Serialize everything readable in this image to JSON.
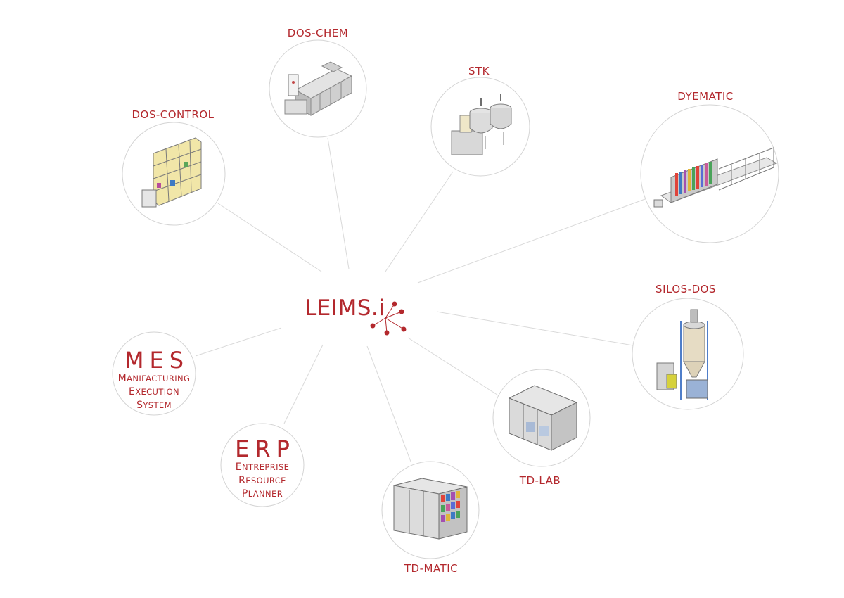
{
  "hub": {
    "title": "LEIMS.i",
    "accent": "#b3282d"
  },
  "machines": [
    {
      "id": "dos-chem",
      "label": "DOS-CHEM",
      "icon": "dos-chem-machine-illustration"
    },
    {
      "id": "stk",
      "label": "STK",
      "icon": "stk-mixing-tanks-illustration"
    },
    {
      "id": "dos-control",
      "label": "DOS-CONTROL",
      "icon": "dos-control-rack-illustration"
    },
    {
      "id": "dyematic",
      "label": "DYEMATIC",
      "icon": "dyematic-line-illustration"
    },
    {
      "id": "silos-dos",
      "label": "SILOS-DOS",
      "icon": "silos-dos-illustration"
    },
    {
      "id": "td-lab",
      "label": "TD-LAB",
      "icon": "td-lab-cabinet-illustration"
    },
    {
      "id": "td-matic",
      "label": "TD-MATIC",
      "icon": "td-matic-cabinet-illustration"
    }
  ],
  "systems": {
    "mes": {
      "acronym": "MES",
      "lines": [
        "Manifacturing",
        "execution",
        "system"
      ]
    },
    "erp": {
      "acronym": "ERP",
      "lines": [
        "Entreprise",
        "resource",
        "planner"
      ]
    }
  },
  "colors": {
    "accent": "#b3282d",
    "connector": "#d9d9d9",
    "circle_border": "#d4d4d4"
  }
}
